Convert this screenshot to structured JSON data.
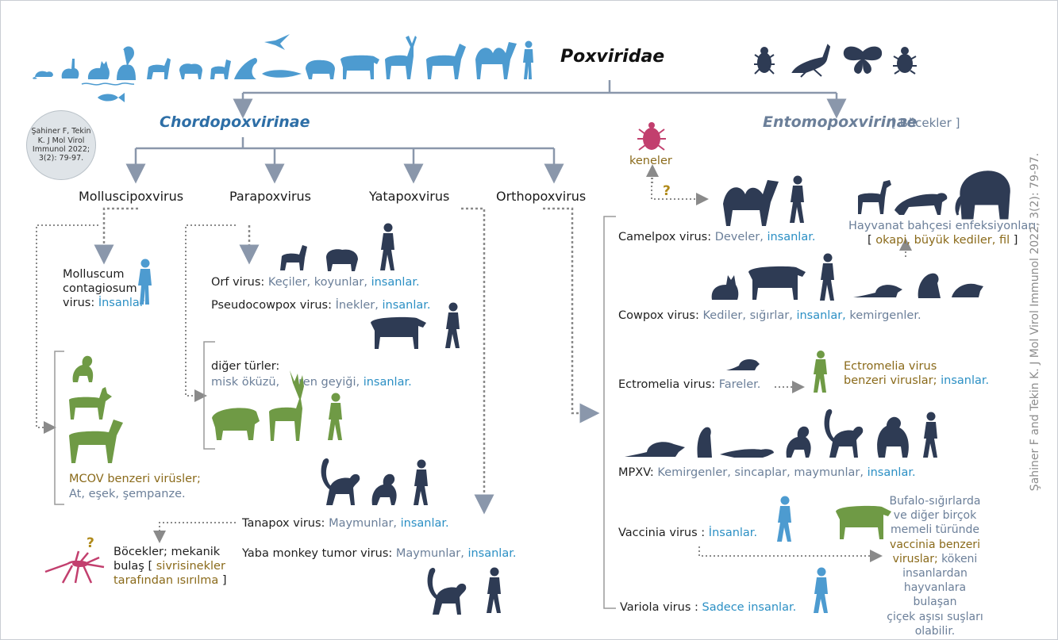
{
  "title": "Poxviridae",
  "subfamilies": {
    "chordo": "Chordopoxvirinae",
    "entomo": "Entomopoxvirinae",
    "entomo_note": "[ Böcekler ]"
  },
  "citation_circle": "Şahiner F, Tekin K. J Mol Virol Immunol 2022; 3(2): 79-97.",
  "citation_vertical": "Şahiner F and Tekin K. J Mol Virol Immunol 2022; 3(2): 79-97.",
  "genera": [
    "Molluscipoxvirus",
    "Parapoxvirus",
    "Yatapoxvirus",
    "Orthopoxvirus"
  ],
  "mollusc": {
    "name_line1": "Molluscum",
    "name_line2": "contagiosum",
    "name_line3": "virus:",
    "host": "İnsanlar",
    "mcov": "MCOV benzeri virüsler;",
    "mcov_hosts": "At, eşek, şempanze."
  },
  "para": {
    "orf": "Orf virus:",
    "orf_hosts": "Keçiler, koyunlar,",
    "orf_h": "insanlar.",
    "pseudo": "Pseudocowpox virus:",
    "pseudo_hosts": "İnekler,",
    "pseudo_h": "insanlar.",
    "other": "diğer türler:",
    "other_hosts": "misk öküzü,",
    "other_hosts2": "ren geyiği,",
    "other_h": "insanlar."
  },
  "yata": {
    "tana": "Tanapox virus:",
    "tana_hosts": "Maymunlar,",
    "tana_h": "insanlar.",
    "yaba": "Yaba monkey tumor virus:",
    "yaba_hosts": "Maymunlar,",
    "yaba_h": "insanlar.",
    "insect1": "Böcekler; mekanik",
    "insect2": "bulaş [",
    "insect2b": "sivrisinekler",
    "insect3": "tarafından ısırılma",
    "insect3b": "]",
    "question": "?"
  },
  "ortho": {
    "ticks": "keneler",
    "question": "?",
    "camel": "Camelpox virus:",
    "camel_hosts": "Develer,",
    "camel_h": "insanlar.",
    "zoo1": "Hayvanat bahçesi enfeksiyonları",
    "zoo2a": "[",
    "zoo2": "okapi, büyük kediler, fil",
    "zoo2b": "]",
    "cow": "Cowpox virus:",
    "cow_hosts": "Kediler, sığırlar,",
    "cow_h": "insanlar,",
    "cow_hosts2": "kemirgenler.",
    "ectro": "Ectromelia virus:",
    "ectro_hosts": "Fareler.",
    "ectro_like1": "Ectromelia virus",
    "ectro_like2": "benzeri viruslar;",
    "ectro_like_h": "insanlar.",
    "mpxv": "MPXV:",
    "mpxv_hosts": "Kemirgenler, sincaplar, maymunlar,",
    "mpxv_h": "insanlar.",
    "vacc": "Vaccinia virus :",
    "vacc_h": "İnsanlar.",
    "buf1": "Bufalo-sığırlarda",
    "buf2": "ve diğer birçok",
    "buf3": "memeli türünde",
    "buf4": "vaccinia benzeri",
    "buf5": "viruslar;",
    "buf5b": "kökeni",
    "buf6": "insanlardan",
    "buf7": "hayvanlara bulaşan",
    "buf8": "çiçek aşısı suşları",
    "buf9": "olabilir.",
    "vario": "Variola virus :",
    "vario_h": "Sadece insanlar."
  },
  "colors": {
    "line": "#8a97ab",
    "navy": "#2e3b54",
    "blue_icon": "#4d9bd0",
    "green_icon": "#6f9a45",
    "magenta": "#c23f6e",
    "host_gray": "#6b7f99",
    "human_blue": "#2b8fc4",
    "olive": "#8a6a1a"
  },
  "icons": {
    "header_animals": [
      "rat-icon",
      "rabbit-icon",
      "cat-icon",
      "monkey-icon",
      "goat-icon",
      "sheep-icon",
      "dog-icon",
      "seal-icon",
      "crocodile-icon",
      "pig-icon",
      "cow-icon",
      "deer-icon",
      "horse-icon",
      "camel-icon",
      "human-icon",
      "fish-icon",
      "bird-icon"
    ],
    "insects": [
      "beetle-icon",
      "grasshopper-icon",
      "butterfly-icon",
      "scarab-icon"
    ]
  }
}
